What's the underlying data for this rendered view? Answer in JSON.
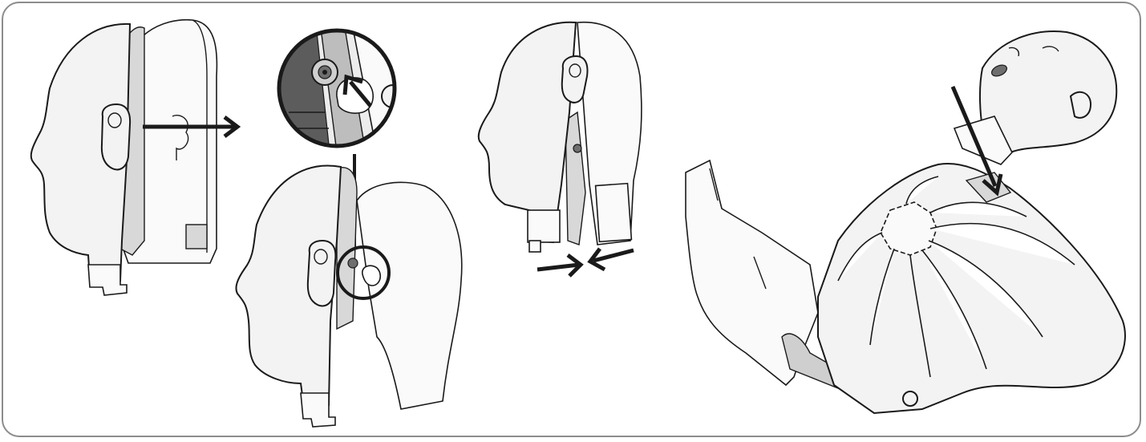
{
  "figure": {
    "steps": [
      {
        "id": "step-1-separate-head-halves"
      },
      {
        "id": "step-2-locate-pivot-screw"
      },
      {
        "id": "step-3-close-head-halves"
      },
      {
        "id": "step-4-attach-head-to-torso"
      }
    ],
    "colors": {
      "frame_border": "#8c8c8c",
      "outline": "#1a1a1a",
      "part_fill": "#f3f3f3",
      "inner_fill": "#d8d8d8"
    }
  }
}
